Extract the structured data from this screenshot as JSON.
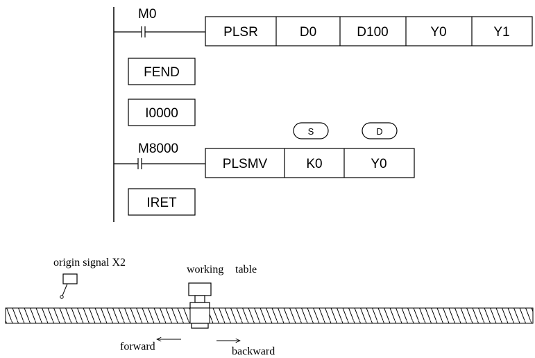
{
  "ladder": {
    "rung1": {
      "contact": "M0",
      "instruction": [
        "PLSR",
        "D0",
        "D100",
        "Y0",
        "Y1"
      ]
    },
    "fend": "FEND",
    "interrupt": "I0000",
    "rung2": {
      "operand_tags": [
        "S",
        "D"
      ],
      "contact": "M8000",
      "instruction": [
        "PLSMV",
        "K0",
        "Y0"
      ]
    },
    "iret": "IRET"
  },
  "mechanism": {
    "origin_label": "origin signal X2",
    "table_label_1": "working",
    "table_label_2": "table",
    "forward_label": "forward",
    "backward_label": "backward"
  }
}
